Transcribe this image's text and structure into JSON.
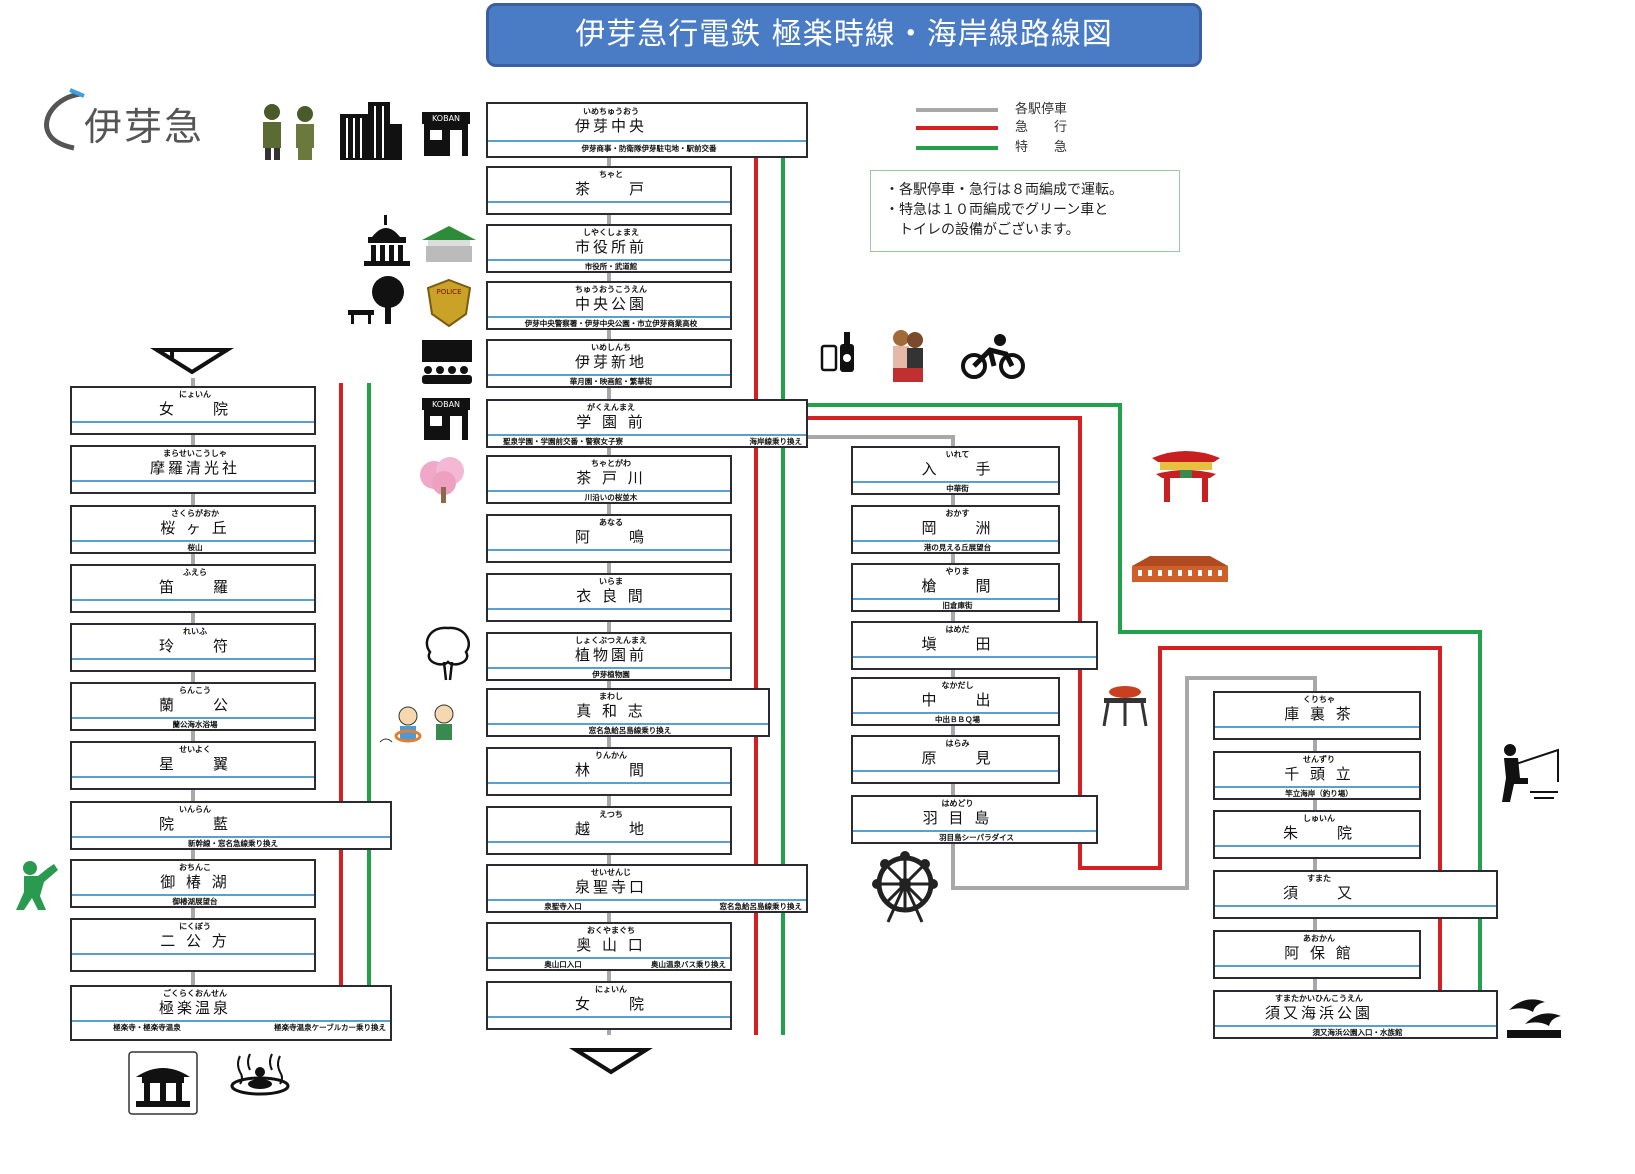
{
  "title": "伊芽急行電鉄 極楽時線・海岸線路線図",
  "logo": "伊芽急",
  "legend": [
    {
      "label": "各駅停車",
      "color": "#a8a8a8"
    },
    {
      "label": "急　　行",
      "color": "#d42020"
    },
    {
      "label": "特　　急",
      "color": "#22a04a"
    }
  ],
  "notes": [
    "・各駅停車・急行は８両編成で運転。",
    "・特急は１０両編成でグリーン車と",
    "　トイレの設備がございます。"
  ],
  "colors": {
    "title_bg": "#4a7cc6",
    "station_bar": "#5b9fd0",
    "local": "#a8a8a8",
    "express": "#d42020",
    "limited_express": "#22a04a"
  },
  "main_line": [
    {
      "kana": "いめちゅうおう",
      "name": "伊芽中央",
      "sub": "伊芽商事・防衛隊伊芽駐屯地・駅前交番"
    },
    {
      "kana": "ちゃと",
      "name": "茶　　戸"
    },
    {
      "kana": "しやくしょまえ",
      "name": "市役所前",
      "sub": "市役所・武道館"
    },
    {
      "kana": "ちゅうおうこうえん",
      "name": "中央公園",
      "sub": "伊芽中央警察署・伊芽中央公園・市立伊芽商業高校"
    },
    {
      "kana": "いめしんち",
      "name": "伊芽新地",
      "sub": "華月園・映画館・繁華街"
    },
    {
      "kana": "がくえんまえ",
      "name": "学 園 前",
      "sub": "聖泉学園・学園前交番・警察女子寮",
      "sub2": "海岸線乗り換え"
    },
    {
      "kana": "ちゃとがわ",
      "name": "茶 戸 川",
      "sub": "川沿いの桜並木"
    },
    {
      "kana": "あなる",
      "name": "阿　　鳴"
    },
    {
      "kana": "いらま",
      "name": "衣 良 間"
    },
    {
      "kana": "しょくぶつえんまえ",
      "name": "植物園前",
      "sub": "伊芽植物園"
    },
    {
      "kana": "まわし",
      "name": "真 和 志",
      "sub": "窓名急給呂島線乗り換え"
    },
    {
      "kana": "りんかん",
      "name": "林　　間"
    },
    {
      "kana": "えつち",
      "name": "越　　地"
    },
    {
      "kana": "せいせんじ",
      "name": "泉聖寺口",
      "sub": "泉聖寺入口",
      "sub2": "窓名急給呂島線乗り換え"
    },
    {
      "kana": "おくやまぐち",
      "name": "奥 山 口",
      "sub": "奥山口入口",
      "sub2": "奥山温泉バス乗り換え"
    },
    {
      "kana": "にょいん",
      "name": "女　　院"
    },
    {
      "kana": "にょいん",
      "name": "女　　院"
    },
    {
      "kana": "まらせいこうしゃ",
      "name": "摩羅清光社"
    },
    {
      "kana": "さくらがおか",
      "name": "桜 ヶ 丘",
      "sub": "桜山"
    },
    {
      "kana": "ふえら",
      "name": "笛　　羅"
    },
    {
      "kana": "れいふ",
      "name": "玲　　符"
    },
    {
      "kana": "らんこう",
      "name": "蘭　　公",
      "sub": "蘭公海水浴場"
    },
    {
      "kana": "せいよく",
      "name": "星　　翼"
    },
    {
      "kana": "いんらん",
      "name": "院　　藍",
      "sub": "新幹線・窓名急線乗り換え"
    },
    {
      "kana": "おちんこ",
      "name": "御 椿 湖",
      "sub": "御椿湖展望台"
    },
    {
      "kana": "にくぼう",
      "name": "二 公 方"
    },
    {
      "kana": "ごくらくおんせん",
      "name": "極楽温泉",
      "sub": "極楽寺・極楽寺温泉",
      "sub2": "極楽寺温泉ケーブルカー乗り換え"
    }
  ],
  "coast_line": [
    {
      "kana": "いれて",
      "name": "入　　手",
      "sub": "中華街"
    },
    {
      "kana": "おかす",
      "name": "岡　　洲",
      "sub": "港の見える丘展望台"
    },
    {
      "kana": "やりま",
      "name": "槍　　間",
      "sub": "旧倉庫街"
    },
    {
      "kana": "はめだ",
      "name": "塡　　田"
    },
    {
      "kana": "なかだし",
      "name": "中　　出",
      "sub": "中出ＢＢＱ場"
    },
    {
      "kana": "はらみ",
      "name": "原　　見"
    },
    {
      "kana": "はめどり",
      "name": "羽 目 島",
      "sub": "羽目島シーパラダイス"
    },
    {
      "kana": "くりちゃ",
      "name": "庫 裏 茶"
    },
    {
      "kana": "せんずり",
      "name": "千 頭 立",
      "sub": "竿立海岸（釣り場）"
    },
    {
      "kana": "しゅいん",
      "name": "朱　　院"
    },
    {
      "kana": "すまた",
      "name": "須　　又"
    },
    {
      "kana": "あおかん",
      "name": "阿 保 館"
    },
    {
      "kana": "すまたかいひんこうえん",
      "name": "須又海浜公園",
      "sub": "須又海浜公園入口・水族館"
    }
  ]
}
